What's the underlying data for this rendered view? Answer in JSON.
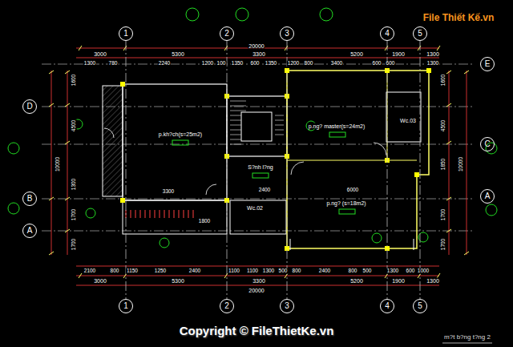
{
  "diagram": {
    "title": "m?t b?ng t?ng 2",
    "nodes": [
      {
        "text": [
          "1"
        ]
      },
      {
        "text": [
          "2"
        ]
      },
      {
        "text": [
          "3"
        ]
      },
      {
        "text": [
          "4"
        ]
      },
      {
        "text": [
          "5"
        ]
      },
      {
        "text": [
          "D"
        ]
      },
      {
        "text": [
          "B"
        ]
      },
      {
        "text": [
          "A"
        ]
      },
      {
        "text": [
          "E"
        ]
      },
      {
        "text": [
          "C"
        ]
      },
      {
        "text": [
          "A"
        ]
      },
      {
        "text": [
          "1"
        ]
      },
      {
        "text": [
          "2"
        ]
      },
      {
        "text": [
          "3"
        ]
      },
      {
        "text": [
          "4"
        ]
      },
      {
        "text": [
          "5"
        ]
      }
    ],
    "edges": [
      {
        "from": 0,
        "to": 11,
        "arrow": "none"
      },
      {
        "from": 1,
        "to": 12,
        "arrow": "none"
      },
      {
        "from": 2,
        "to": 13,
        "arrow": "none"
      },
      {
        "from": 3,
        "to": 14,
        "arrow": "none"
      },
      {
        "from": 4,
        "to": 15,
        "arrow": "none"
      }
    ],
    "labels": [
      "20000",
      "3000",
      "5300",
      "3300",
      "5200",
      "1900",
      "1300",
      "1300",
      "780",
      "2240",
      "1200",
      "100",
      "1350",
      "600",
      "1350",
      "1200",
      "800",
      "3400",
      "600",
      "600",
      "1300",
      "2100",
      "800",
      "1150",
      "1250",
      "2400",
      "1100",
      "1100",
      "1300",
      "500",
      "800",
      "2400",
      "800",
      "500",
      "1300",
      "600",
      "1000",
      "3000",
      "5300",
      "3300",
      "5200",
      "1900",
      "1300",
      "20000",
      "1600",
      "4500",
      "10000",
      "1300",
      "1700",
      "1700",
      "1600",
      "4500",
      "10000",
      "1850",
      "1700",
      "1700",
      "p.kh?ch(s=25m2)",
      "S?nh l?ng",
      "Wc.02",
      "p.ng? master(s=24m2)",
      "Wc.03",
      "p.ng? (s=18m2)",
      "3300",
      "2400",
      "6000",
      "1800",
      "Copyright © FileThietKe.vn",
      "File Thiết Kế.vn"
    ]
  }
}
